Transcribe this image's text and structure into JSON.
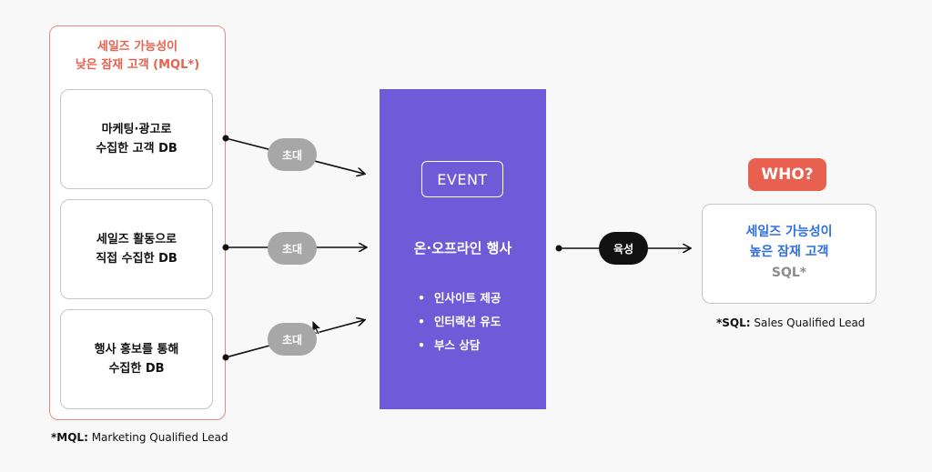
{
  "mql": {
    "title_line1": "세일즈 가능성이",
    "title_line2": "낮은 잠재 고객 (MQL*)",
    "sources": [
      {
        "line1": "마케팅·광고로",
        "line2": "수집한 고객 DB"
      },
      {
        "line1": "세일즈 활동으로",
        "line2": "직접 수집한 DB"
      },
      {
        "line1": "행사 홍보를 통해",
        "line2": "수집한 DB"
      }
    ],
    "footnote_key": "*MQL:",
    "footnote_text": " Marketing Qualified Lead"
  },
  "invite_label": "초대",
  "event": {
    "badge": "EVENT",
    "title": "온·오프라인 행사",
    "items": [
      "인사이트 제공",
      "인터랙션 유도",
      "부스 상담"
    ]
  },
  "nurture_label": "육성",
  "sql": {
    "who_badge": "WHO?",
    "line1": "세일즈 가능성이",
    "line2": "높은 잠재 고객",
    "abbr": "SQL*",
    "footnote_key": "*SQL:",
    "footnote_text": " Sales Qualified Lead"
  },
  "colors": {
    "accent_red": "#e8604f",
    "event_purple": "#6f5bd8",
    "sql_blue": "#2f6fe0",
    "pill_grey": "#a7a7a7"
  }
}
